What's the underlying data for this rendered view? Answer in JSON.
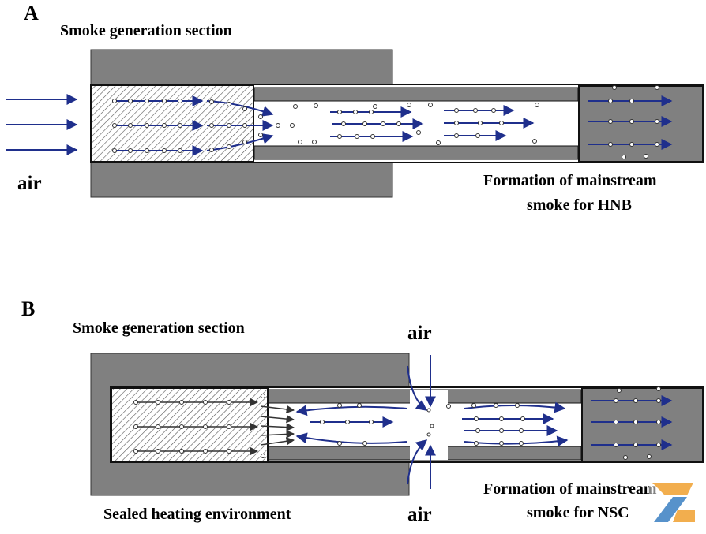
{
  "panel_a": {
    "letter": "A",
    "section_label": "Smoke generation section",
    "air_label": "air",
    "formation_line1": "Formation of mainstream",
    "formation_line2": "smoke for HNB"
  },
  "panel_b": {
    "letter": "B",
    "section_label": "Smoke generation section",
    "air_top": "air",
    "air_bottom": "air",
    "sealed_label": "Sealed heating environment",
    "formation_line1": "Formation of mainstream",
    "formation_line2": "smoke for NSC"
  },
  "colors": {
    "housing": "#808080",
    "arrow_blue": "#1f2f8c",
    "arrow_dark": "#333333",
    "hatch": "#555555",
    "logo_orange": "#f0a030",
    "logo_blue": "#3a7fc2"
  },
  "icons": [
    "wind-arrow-icon",
    "particle-icon",
    "watermark-logo-icon"
  ]
}
